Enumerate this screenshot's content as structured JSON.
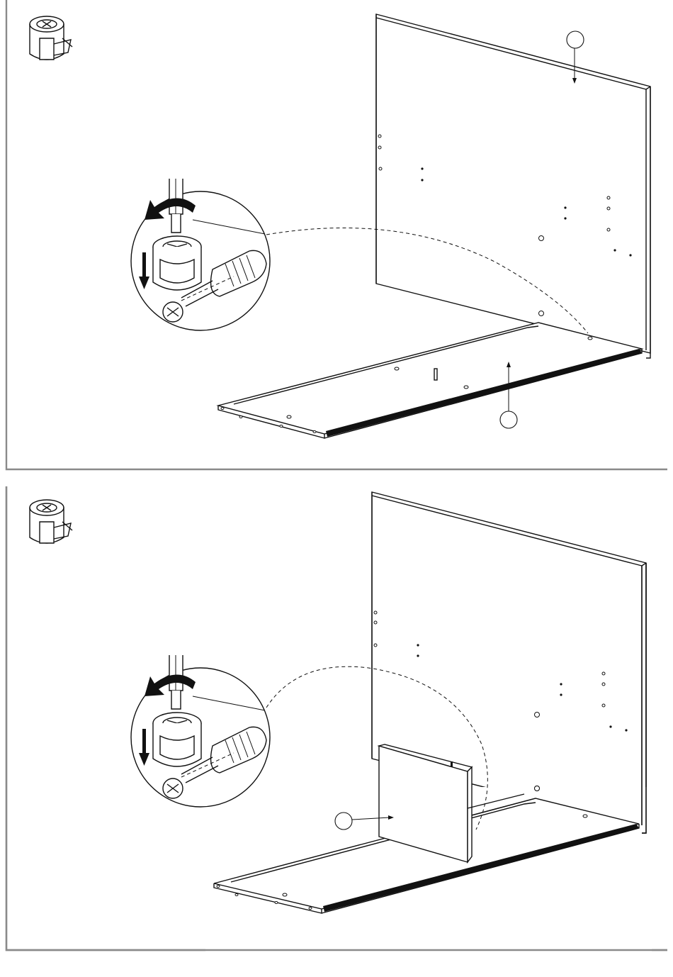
{
  "page": {
    "steps": [
      {
        "step_id": "top",
        "tool_icon": "cam-lock-icon",
        "detail": "cam-lock-tighten-detail",
        "callouts": [
          "",
          ""
        ]
      },
      {
        "step_id": "bottom",
        "tool_icon": "cam-lock-icon",
        "detail": "cam-lock-tighten-detail",
        "callouts": [
          ""
        ]
      }
    ]
  },
  "colors": {
    "line": "#111111",
    "frame": "#8a8a8a",
    "background": "#ffffff"
  }
}
